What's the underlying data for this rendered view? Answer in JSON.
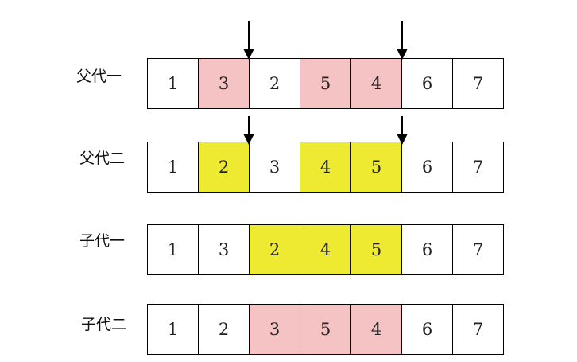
{
  "colors": {
    "pink": "#f6c3c4",
    "yellow": "#eeea32",
    "white": "#ffffff"
  },
  "rows": [
    {
      "label": "父代一",
      "cells": [
        {
          "value": "1",
          "fill": "white"
        },
        {
          "value": "3",
          "fill": "pink"
        },
        {
          "value": "2",
          "fill": "white"
        },
        {
          "value": "5",
          "fill": "pink"
        },
        {
          "value": "4",
          "fill": "pink"
        },
        {
          "value": "6",
          "fill": "white"
        },
        {
          "value": "7",
          "fill": "white"
        }
      ],
      "cut_points": [
        2,
        5
      ]
    },
    {
      "label": "父代二",
      "cells": [
        {
          "value": "1",
          "fill": "white"
        },
        {
          "value": "2",
          "fill": "yellow"
        },
        {
          "value": "3",
          "fill": "white"
        },
        {
          "value": "4",
          "fill": "yellow"
        },
        {
          "value": "5",
          "fill": "yellow"
        },
        {
          "value": "6",
          "fill": "white"
        },
        {
          "value": "7",
          "fill": "white"
        }
      ],
      "cut_points": [
        2,
        5
      ]
    },
    {
      "label": "子代一",
      "cells": [
        {
          "value": "1",
          "fill": "white"
        },
        {
          "value": "3",
          "fill": "white"
        },
        {
          "value": "2",
          "fill": "yellow"
        },
        {
          "value": "4",
          "fill": "yellow"
        },
        {
          "value": "5",
          "fill": "yellow"
        },
        {
          "value": "6",
          "fill": "white"
        },
        {
          "value": "7",
          "fill": "white"
        }
      ],
      "cut_points": []
    },
    {
      "label": "子代二",
      "cells": [
        {
          "value": "1",
          "fill": "white"
        },
        {
          "value": "2",
          "fill": "white"
        },
        {
          "value": "3",
          "fill": "pink"
        },
        {
          "value": "5",
          "fill": "pink"
        },
        {
          "value": "4",
          "fill": "pink"
        },
        {
          "value": "6",
          "fill": "white"
        },
        {
          "value": "7",
          "fill": "white"
        }
      ],
      "cut_points": []
    }
  ]
}
